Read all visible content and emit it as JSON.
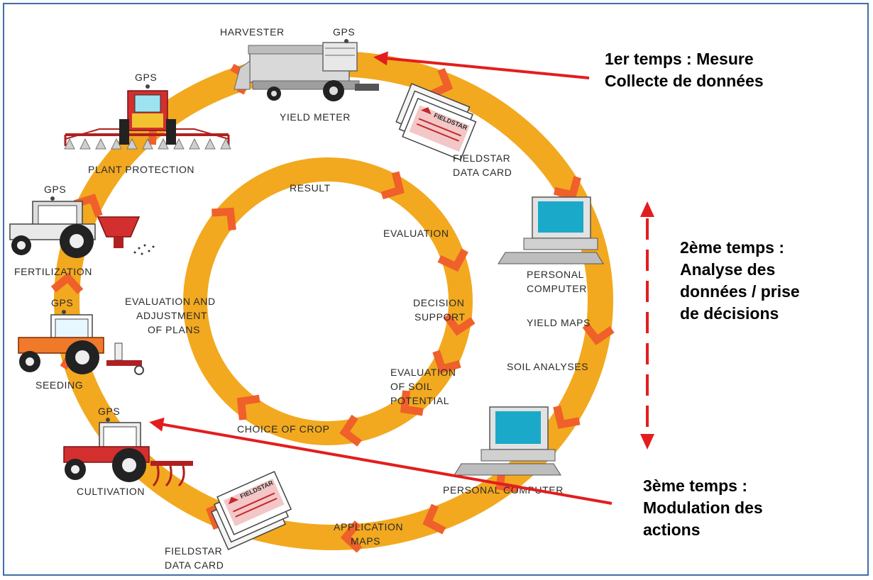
{
  "colors": {
    "ring": "#f2a91f",
    "chevron": "#f0602a",
    "arrow": "#e31d1d",
    "frame": "#3f6ea5"
  },
  "outer_cycle": {
    "harvester": "HARVESTER",
    "harvester_gps": "GPS",
    "yield_meter": "YIELD METER",
    "fieldstar_top_1": "FIELDSTAR",
    "fieldstar_top_2": "DATA CARD",
    "personal_computer_top_1": "PERSONAL",
    "personal_computer_top_2": "COMPUTER",
    "yield_maps": "YIELD MAPS",
    "soil_analyses": "SOIL ANALYSES",
    "personal_computer_bottom": "PERSONAL COMPUTER",
    "application_maps_1": "APPLICATION",
    "application_maps_2": "MAPS",
    "fieldstar_bottom_1": "FIELDSTAR",
    "fieldstar_bottom_2": "DATA CARD",
    "cultivation": "CULTIVATION",
    "cultivation_gps": "GPS",
    "seeding": "SEEDING",
    "seeding_gps": "GPS",
    "fertilization": "FERTILIZATION",
    "fertilization_gps": "GPS",
    "plant_protection": "PLANT PROTECTION",
    "plant_protection_gps": "GPS"
  },
  "inner_cycle": {
    "result": "RESULT",
    "evaluation": "EVALUATION",
    "decision_support_1": "DECISION",
    "decision_support_2": "SUPPORT",
    "evaluation_soil_1": "EVALUATION",
    "evaluation_soil_2": "OF SOIL",
    "evaluation_soil_3": "POTENTIAL",
    "choice_of_crop": "CHOICE OF CROP",
    "adjustment_1": "EVALUATION AND",
    "adjustment_2": "ADJUSTMENT",
    "adjustment_3": "OF PLANS"
  },
  "card_brand": "FIELDSTAR",
  "steps": {
    "step1_line1": "1er temps : Mesure",
    "step1_line2": "Collecte de données",
    "step2_line1": "2ème temps :",
    "step2_line2": "Analyse des",
    "step2_line3": "données / prise",
    "step2_line4": "de décisions",
    "step3_line1": "3ème temps :",
    "step3_line2": "Modulation des",
    "step3_line3": "actions"
  }
}
